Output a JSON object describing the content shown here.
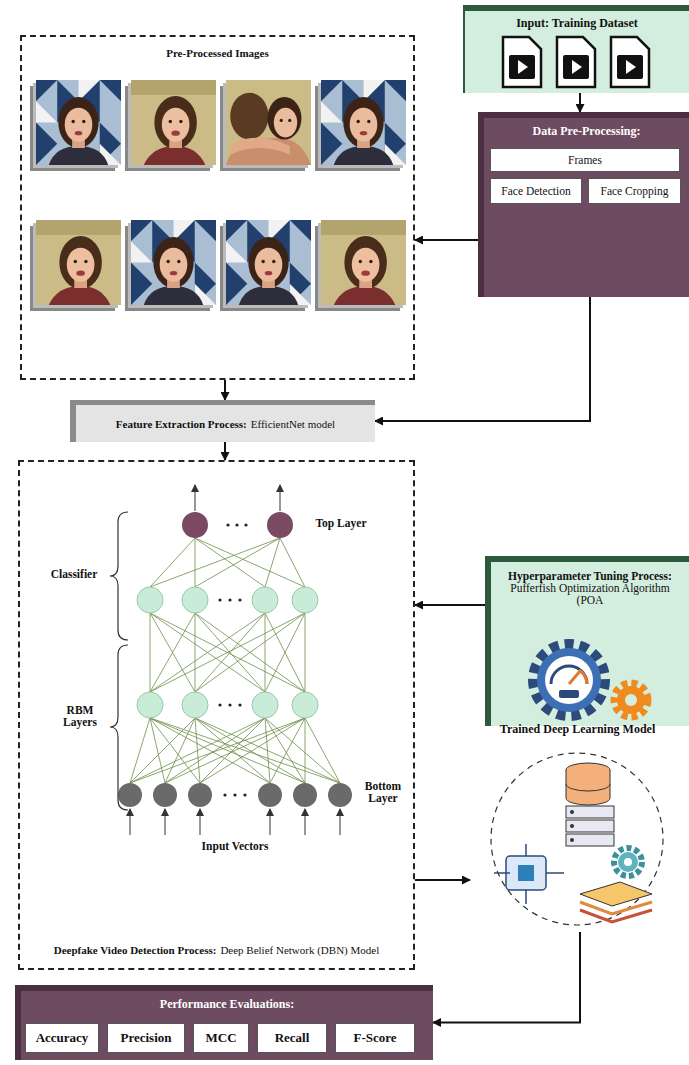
{
  "diagram": {
    "nodes": [
      {
        "text": [
          "Input: Training Dataset"
        ]
      },
      {
        "text": [
          "Pre-Processed Images"
        ]
      },
      {
        "text": [
          "Data Pre-Processing:"
        ]
      },
      {
        "text": [
          "Frames"
        ],
        "in": 2
      },
      {
        "text": [
          "Face Detection"
        ],
        "in": 2
      },
      {
        "text": [
          "Face Cropping"
        ],
        "in": 2
      },
      {
        "text": [
          "Feature Extraction Process:",
          "EfficientNet model"
        ]
      },
      {
        "text": [
          "Deepfake Video Detection Process:",
          "Deep Belief Network (DBN) Model"
        ]
      },
      {
        "text": [
          "Hyperparameter Tuning Process:",
          "Pufferfish Optimization Algorithm (POA"
        ]
      },
      {
        "text": [
          "Trained Deep Learning Model"
        ]
      },
      {
        "text": [
          "Performance Evaluations:"
        ]
      },
      {
        "text": [
          "Accuracy"
        ],
        "in": 10
      },
      {
        "text": [
          "Precision"
        ],
        "in": 10
      },
      {
        "text": [
          "MCC"
        ],
        "in": 10
      },
      {
        "text": [
          "Recall"
        ],
        "in": 10
      },
      {
        "text": [
          "F-Score"
        ],
        "in": 10
      }
    ],
    "edges": [
      {
        "from": 0,
        "to": 2,
        "arrow": "to"
      },
      {
        "from": 2,
        "to": 1,
        "arrow": "to"
      },
      {
        "from": 2,
        "to": 6,
        "arrow": "to"
      },
      {
        "from": 1,
        "to": 6,
        "arrow": "to"
      },
      {
        "from": 6,
        "to": 7,
        "arrow": "to"
      },
      {
        "from": 8,
        "to": 7,
        "arrow": "to"
      },
      {
        "from": 7,
        "to": 9,
        "arrow": "to"
      },
      {
        "from": 9,
        "to": 10,
        "arrow": "to"
      }
    ],
    "labels": [
      "Top Layer",
      "Classifier",
      "RBM Layers",
      "Bottom Layer",
      "Input Vectors"
    ]
  }
}
